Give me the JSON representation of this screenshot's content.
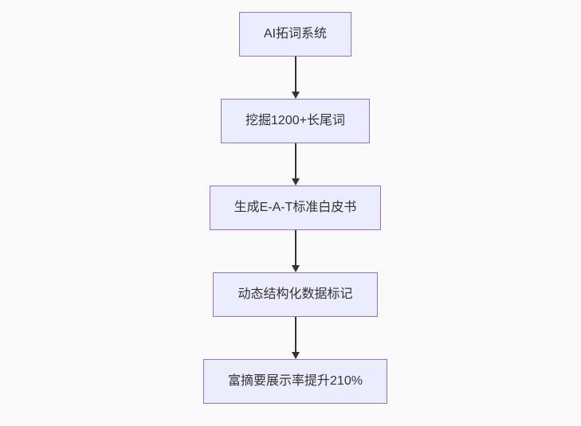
{
  "page": {
    "background": "#fafafa"
  },
  "flowchart": {
    "type": "flowchart",
    "direction": "top-down",
    "node_fill": "#ECECFF",
    "node_border": "#9370DB",
    "arrow_color": "#333333",
    "text_color": "#333333",
    "nodes": [
      {
        "id": "n1",
        "label": "AI拓词系统"
      },
      {
        "id": "n2",
        "label": "挖掘1200+长尾词"
      },
      {
        "id": "n3",
        "label": "生成E-A-T标准白皮书"
      },
      {
        "id": "n4",
        "label": "动态结构化数据标记"
      },
      {
        "id": "n5",
        "label": "富摘要展示率提升210%"
      }
    ],
    "edges": [
      {
        "from": "n1",
        "to": "n2"
      },
      {
        "from": "n2",
        "to": "n3"
      },
      {
        "from": "n3",
        "to": "n4"
      },
      {
        "from": "n4",
        "to": "n5"
      }
    ]
  }
}
